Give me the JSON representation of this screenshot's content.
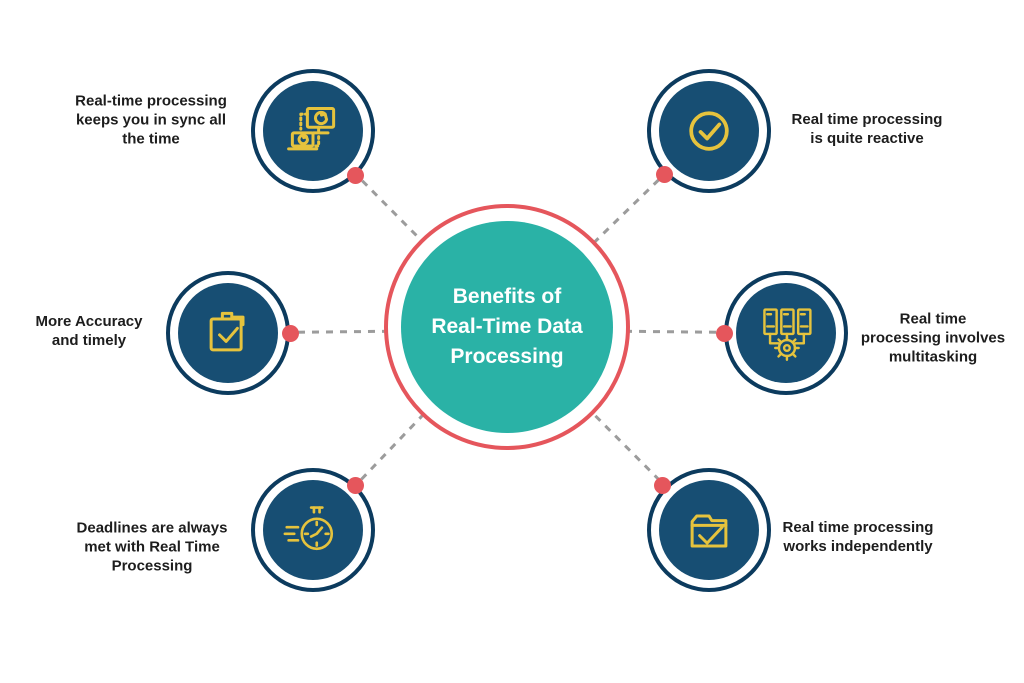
{
  "title": "Benefits of Real-Time Data Processing",
  "center": {
    "lines": [
      "Benefits of",
      "Real-Time Data",
      "Processing"
    ]
  },
  "colors": {
    "teal": "#2ab2a6",
    "coral_red": "#e5565c",
    "navy_fill": "#174e73",
    "navy_ring": "#0c3b5e",
    "icon_yellow": "#e6c33d",
    "connector_gray": "#9c9c9c",
    "text": "#1d1d1d"
  },
  "nodes": [
    {
      "id": "sync",
      "icon": "devices-sync-icon",
      "label": "Real-time processing keeps you in sync all the time",
      "lines": [
        "Real-time processing",
        "keeps you in sync all",
        "the time"
      ]
    },
    {
      "id": "reactive",
      "icon": "check-circle-icon",
      "label": "Real time processing is quite reactive",
      "lines": [
        "Real time processing",
        "is quite reactive"
      ]
    },
    {
      "id": "accuracy",
      "icon": "clipboard-check-icon",
      "label": "More Accuracy and timely",
      "lines": [
        "More Accuracy",
        "and timely"
      ]
    },
    {
      "id": "multitasking",
      "icon": "servers-gear-icon",
      "label": "Real time processing involves multitasking",
      "lines": [
        "Real time",
        "processing involves",
        "multitasking"
      ]
    },
    {
      "id": "deadlines",
      "icon": "stopwatch-icon",
      "label": "Deadlines are always met with Real Time Processing",
      "lines": [
        "Deadlines are always",
        "met with Real Time",
        "Processing"
      ]
    },
    {
      "id": "independent",
      "icon": "folder-check-icon",
      "label": "Real time processing works independently",
      "lines": [
        "Real time processing",
        "works independently"
      ]
    }
  ]
}
